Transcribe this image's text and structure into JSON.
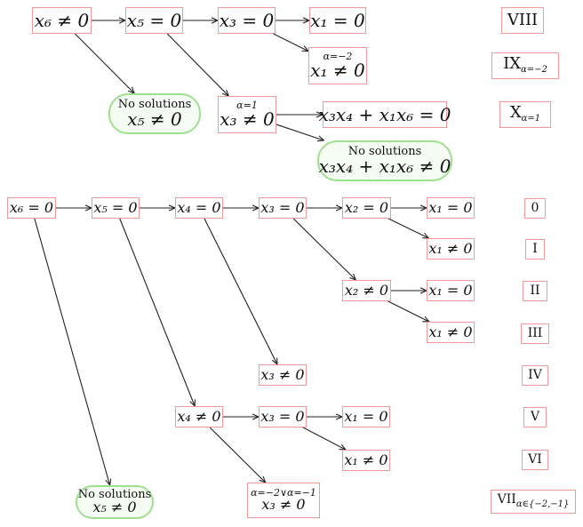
{
  "nodes": [
    {
      "id": "t_x6ne0",
      "text": "x₆ ≠ 0"
    },
    {
      "id": "t_x5eq0",
      "text": "x₅ = 0"
    },
    {
      "id": "t_x3eq0",
      "text": "x₃ = 0"
    },
    {
      "id": "t_x1eq0",
      "text": "x₁ = 0"
    },
    {
      "id": "t_x1ne0",
      "note": "α=−2",
      "text": "x₁ ≠ 0"
    },
    {
      "id": "t_nosol1",
      "note": "No solutions",
      "text": "x₅ ≠ 0"
    },
    {
      "id": "t_x3ne0",
      "note": "α=1",
      "text": "x₃ ≠ 0"
    },
    {
      "id": "t_eq",
      "text": "x₃x₄ + x₁x₆ = 0"
    },
    {
      "id": "t_nosol2",
      "note": "No solutions",
      "text": "x₃x₄ + x₁x₆ ≠ 0"
    },
    {
      "id": "b_x6eq0",
      "text": "x₆ = 0"
    },
    {
      "id": "b_x5eq0",
      "text": "x₅ = 0"
    },
    {
      "id": "b_x4eq0",
      "text": "x₄ = 0"
    },
    {
      "id": "b_x3eq0",
      "text": "x₃ = 0"
    },
    {
      "id": "b_x2eq0",
      "text": "x₂ = 0"
    },
    {
      "id": "b_x1eq0_a",
      "text": "x₁ = 0"
    },
    {
      "id": "b_x1ne0_a",
      "text": "x₁ ≠ 0"
    },
    {
      "id": "b_x2ne0",
      "text": "x₂ ≠ 0"
    },
    {
      "id": "b_x1eq0_b",
      "text": "x₁ = 0"
    },
    {
      "id": "b_x1ne0_b",
      "text": "x₁ ≠ 0"
    },
    {
      "id": "b_x3ne0",
      "text": "x₃ ≠ 0"
    },
    {
      "id": "b_x4ne0",
      "text": "x₄ ≠ 0"
    },
    {
      "id": "b_x3eq0_b",
      "text": "x₃ = 0"
    },
    {
      "id": "b_x1eq0_c",
      "text": "x₁ = 0"
    },
    {
      "id": "b_x1ne0_c",
      "text": "x₁ ≠ 0"
    },
    {
      "id": "b_x3ne0_b",
      "note": "α=−2∨α=−1",
      "text": "x₃ ≠ 0"
    },
    {
      "id": "b_nosol",
      "note": "No solutions",
      "text": "x₅ ≠ 0"
    }
  ],
  "labels": [
    {
      "id": "L_VIII",
      "text": "VIII",
      "sub": ""
    },
    {
      "id": "L_IX",
      "text": "IX",
      "sub": "α=−2"
    },
    {
      "id": "L_X",
      "text": "X",
      "sub": "α=1"
    },
    {
      "id": "L_0",
      "text": "0",
      "sub": ""
    },
    {
      "id": "L_I",
      "text": "I",
      "sub": ""
    },
    {
      "id": "L_II",
      "text": "II",
      "sub": ""
    },
    {
      "id": "L_III",
      "text": "III",
      "sub": ""
    },
    {
      "id": "L_IV",
      "text": "IV",
      "sub": ""
    },
    {
      "id": "L_V",
      "text": "V",
      "sub": ""
    },
    {
      "id": "L_VI",
      "text": "VI",
      "sub": ""
    },
    {
      "id": "L_VII",
      "text": "VII",
      "sub": "α∈{−2,−1}"
    }
  ],
  "edges": [
    [
      "t_x6ne0",
      "t_x5eq0"
    ],
    [
      "t_x6ne0",
      "t_nosol1"
    ],
    [
      "t_x5eq0",
      "t_x3eq0"
    ],
    [
      "t_x5eq0",
      "t_x3ne0"
    ],
    [
      "t_x3eq0",
      "t_x1eq0"
    ],
    [
      "t_x3eq0",
      "t_x1ne0"
    ],
    [
      "t_x3ne0",
      "t_eq"
    ],
    [
      "t_x3ne0",
      "t_nosol2"
    ],
    [
      "b_x6eq0",
      "b_x5eq0"
    ],
    [
      "b_x6eq0",
      "b_nosol"
    ],
    [
      "b_x5eq0",
      "b_x4eq0"
    ],
    [
      "b_x5eq0",
      "b_x4ne0"
    ],
    [
      "b_x4eq0",
      "b_x3eq0"
    ],
    [
      "b_x4eq0",
      "b_x3ne0"
    ],
    [
      "b_x3eq0",
      "b_x2eq0"
    ],
    [
      "b_x3eq0",
      "b_x2ne0"
    ],
    [
      "b_x2eq0",
      "b_x1eq0_a"
    ],
    [
      "b_x2eq0",
      "b_x1ne0_a"
    ],
    [
      "b_x2ne0",
      "b_x1eq0_b"
    ],
    [
      "b_x2ne0",
      "b_x1ne0_b"
    ],
    [
      "b_x4ne0",
      "b_x3eq0_b"
    ],
    [
      "b_x4ne0",
      "b_x3ne0_b"
    ],
    [
      "b_x3eq0_b",
      "b_x1eq0_c"
    ],
    [
      "b_x3eq0_b",
      "b_x1ne0_c"
    ]
  ],
  "colors": {
    "box_border": "#f29a9a",
    "pill_border": "#9fe08f",
    "edge": "#222222"
  }
}
